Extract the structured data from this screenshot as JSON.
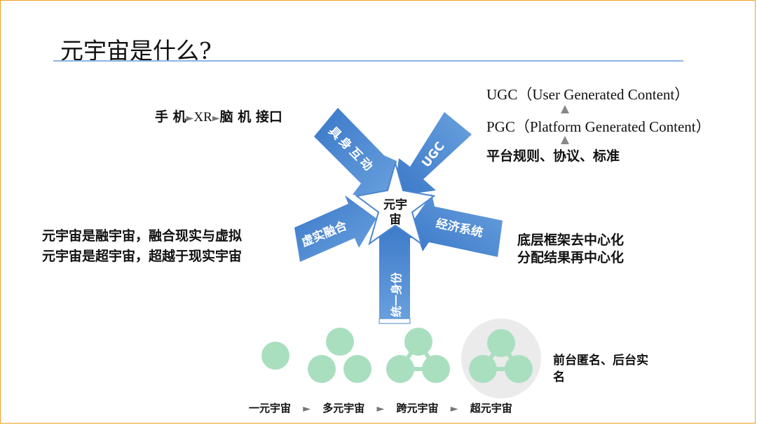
{
  "title": "元宇宙是什么?",
  "center": [
    "元宇",
    "宙"
  ],
  "arrows": {
    "embodied": "具身互动",
    "ugc": "UGC",
    "fusion": "虚实融合",
    "economy": "经济系统",
    "identity": "统一身份"
  },
  "interface_chain": [
    "手 机",
    "XR",
    "脑 机 接口"
  ],
  "content": {
    "ugc_line": "UGC（User Generated Content）",
    "pgc_line": "PGC（Platform Generated Content）",
    "rules_line": "平台规则、协议、标准"
  },
  "left_text": [
    "元宇宙是融宇宙，融合现实与虚拟",
    "元宇宙是超宇宙，超越于现实宇宙"
  ],
  "right_text": [
    "底层框架去中心化",
    "分配结果再中心化"
  ],
  "identity_text": [
    "前台匿名、后台实",
    "名"
  ],
  "stages": [
    "一元宇宙",
    "多元宇宙",
    "跨元宇宙",
    "超元宇宙"
  ],
  "colors": {
    "arrow": "#4a86cf",
    "circle": "#a9dfbf",
    "rule": "#8fb4e3",
    "frame": "#f0a020"
  }
}
